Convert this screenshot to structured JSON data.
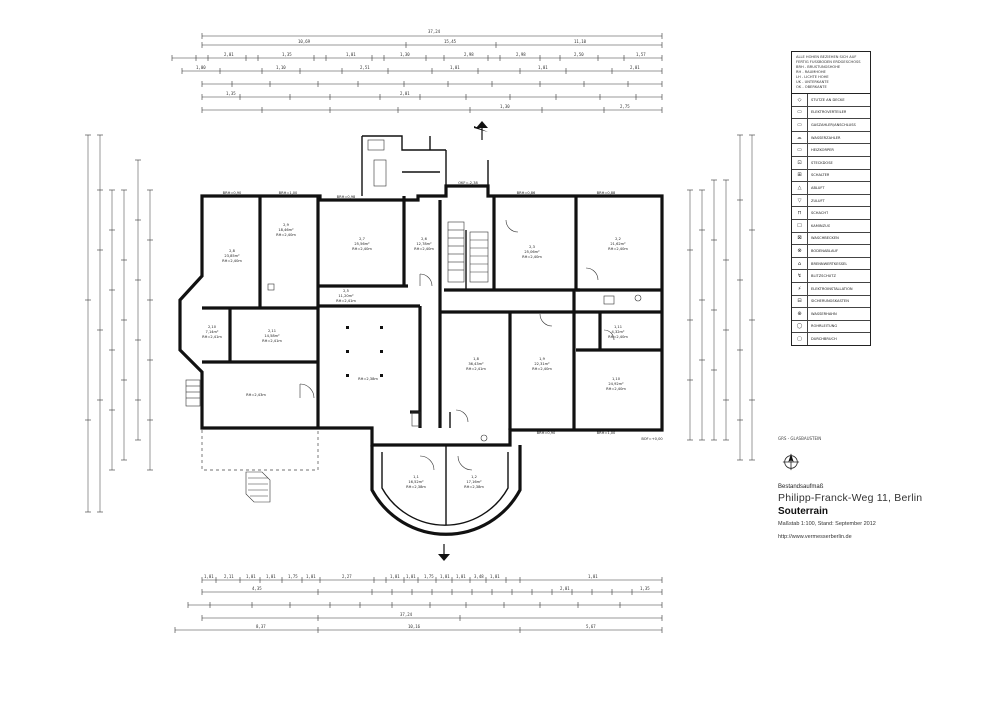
{
  "plan": {
    "dims_top": {
      "overall": "37,24",
      "segments": [
        "10,69",
        "15,45",
        "11,10"
      ],
      "row_values": [
        "2,01",
        "1,35",
        "1,01",
        "1,30",
        "2,98",
        "2,98",
        "2,50",
        "1,57",
        "1,00",
        "1,10",
        "2,51",
        "1,01",
        "1,01",
        "2,01",
        "1,35",
        "2,01",
        "1,30",
        "2,75"
      ]
    },
    "dims_bottom": {
      "row_values": [
        "1,01",
        "2,11",
        "1,01",
        "1,01",
        "1,75",
        "1,01",
        "2,27",
        "1,01",
        "1,01",
        "1,75",
        "1,01",
        "1,01",
        "3,48",
        "1,01",
        "1,01",
        "4,35",
        "2,01",
        "1,35"
      ],
      "segments": [
        "8,37",
        "10,16",
        "5,67"
      ],
      "overall": "37,24"
    },
    "rooms": [
      {
        "id": "room-left-upper",
        "label": "2,8",
        "area": "23,85m²",
        "height": "RH=2,40m"
      },
      {
        "id": "room-left-mid",
        "label": "2,9",
        "area": "18,46m²",
        "height": "RH=2,40m"
      },
      {
        "id": "room-center-left-upper",
        "label": "2,7",
        "area": "25,56m²",
        "height": "RH=2,40m"
      },
      {
        "id": "room-stair-hall",
        "label": "2,6",
        "area": "12,78m²",
        "height": "RH=2,40m"
      },
      {
        "id": "room-center-right-upper",
        "label": "2,3",
        "area": "25,06m²",
        "height": "RH=2,40m"
      },
      {
        "id": "room-right-upper",
        "label": "2,2",
        "area": "21,62m²",
        "height": "RH=2,40m"
      },
      {
        "id": "room-left-small",
        "label": "2,10",
        "area": "7,14m²",
        "height": "RH=2,41m"
      },
      {
        "id": "room-left-lower-mid",
        "label": "2,11",
        "area": "14,58m²",
        "height": "RH=2,41m"
      },
      {
        "id": "room-corridor",
        "label": "2,5",
        "area": "11,20m²",
        "height": "RH=2,41m"
      },
      {
        "id": "room-center",
        "label": "",
        "area": "",
        "height": "RH=2,38m"
      },
      {
        "id": "room-left-lower",
        "label": "",
        "area": "",
        "height": "RH=2,43m"
      },
      {
        "id": "room-center-right-lower",
        "label": "1,8",
        "area": "36,43m²",
        "height": "RH=2,41m"
      },
      {
        "id": "room-right-lower-mid",
        "label": "1,9",
        "area": "22,31m²",
        "height": "RH=2,40m"
      },
      {
        "id": "room-right-lower",
        "label": "1,10",
        "area": "24,92m²",
        "height": "RH=2,40m"
      },
      {
        "id": "room-right-small",
        "label": "1,11",
        "area": "4,32m²",
        "height": "RH=2,40m"
      },
      {
        "id": "room-bay-left",
        "label": "1,1",
        "area": "16,52m²",
        "height": "RH=2,38m"
      },
      {
        "id": "room-bay-right",
        "label": "1,2",
        "area": "17,16m²",
        "height": "RH=2,38m"
      }
    ],
    "window_labels": [
      "BRH=0,90",
      "BRH=1,00",
      "BRH=0,98",
      "BRH=0,86",
      "BRH=0,88"
    ],
    "level_marks": [
      "BOF=+0,00",
      "OKF=-2,38"
    ],
    "icons": {
      "section_arrow": "section-arrow-icon"
    }
  },
  "legend": {
    "notes": [
      "ALLE HÖHEN BEZIEHEN SICH AUF",
      "FERTIG FUSSBODEN ERDGESCHOSS",
      "BRH - BRÜSTUNGSHÖHE",
      "RH - RAUMHÖHE",
      "LH - LICHTE HÖHE",
      "UK - UNTERKANTE",
      "OK - OBERKANTE"
    ],
    "items": [
      {
        "symbol": "◇",
        "icon": "ceiling-light-icon",
        "label": "STÜTZE AN DECKE"
      },
      {
        "symbol": "▭",
        "icon": "electric-meter-icon",
        "label": "ELEKTROVERTEILER"
      },
      {
        "symbol": "▭",
        "icon": "gas-meter-icon",
        "label": "GASZÄHLER/ANSCHLUSS"
      },
      {
        "symbol": "⌓",
        "icon": "water-meter-icon",
        "label": "WASSERZÄHLER"
      },
      {
        "symbol": "▭",
        "icon": "radiator-icon",
        "label": "HEIZKÖRPER"
      },
      {
        "symbol": "⊡",
        "icon": "socket-icon",
        "label": "STECKDOSE"
      },
      {
        "symbol": "⊞",
        "icon": "outlet-icon",
        "label": "SCHALTER"
      },
      {
        "symbol": "△",
        "icon": "vent-icon",
        "label": "ABLUFT"
      },
      {
        "symbol": "▽",
        "icon": "chimney-icon",
        "label": "ZULUFT"
      },
      {
        "symbol": "⊓",
        "icon": "duct-icon",
        "label": "SCHACHT"
      },
      {
        "symbol": "☐",
        "icon": "shaft-icon",
        "label": "KAMINZUG"
      },
      {
        "symbol": "⊠",
        "icon": "sink-icon",
        "label": "WASCHBECKEN"
      },
      {
        "symbol": "⊗",
        "icon": "drain-icon",
        "label": "BODENABLAUF"
      },
      {
        "symbol": "⌂",
        "icon": "boiler-icon",
        "label": "BRENNWERTKESSEL"
      },
      {
        "symbol": "↯",
        "icon": "lightning-icon",
        "label": "BLITZSCHUTZ"
      },
      {
        "symbol": "⚡",
        "icon": "electrics-icon",
        "label": "ELEKTROINSTALLATION"
      },
      {
        "symbol": "⊟",
        "icon": "fuse-icon",
        "label": "SICHERUNGSKASTEN"
      },
      {
        "symbol": "⊕",
        "icon": "tap-icon",
        "label": "WASSERHAHN"
      },
      {
        "symbol": "◯",
        "icon": "pipe-icon",
        "label": "ROHRLEITUNG"
      },
      {
        "symbol": "▢",
        "icon": "opening-icon",
        "label": "DURCHBRUCH"
      }
    ]
  },
  "titleblock": {
    "reference": "GRS - GLASBAUSTEIN",
    "north_icon": "north-arrow-icon",
    "caption": "Bestandsaufmaß",
    "street": "Philipp-Franck-Weg 11, Berlin",
    "floor": "Souterrain",
    "scale": "Maßstab 1:100, Stand: September 2012",
    "url": "http://www.vermesserberlin.de"
  }
}
